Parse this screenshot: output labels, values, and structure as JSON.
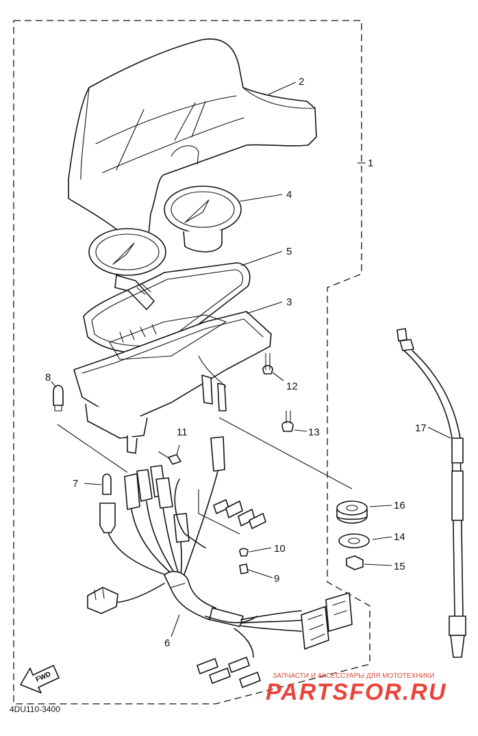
{
  "diagram": {
    "code": "4DU110-3400",
    "direction_label": "FWD",
    "callouts": {
      "c1": "1",
      "c2": "2",
      "c3": "3",
      "c4": "4",
      "c5": "5",
      "c6": "6",
      "c7": "7",
      "c8": "8",
      "c9": "9",
      "c10": "10",
      "c11": "11",
      "c12": "12",
      "c13": "13",
      "c14": "14",
      "c15": "15",
      "c16": "16",
      "c17": "17"
    }
  },
  "watermark": {
    "tagline": "ЗАПЧАСТИ И АКСЕССУАРЫ ДЛЯ МОТОТЕХНИКИ",
    "brand": "PARTSFOR.RU",
    "color": "#e8453a"
  }
}
